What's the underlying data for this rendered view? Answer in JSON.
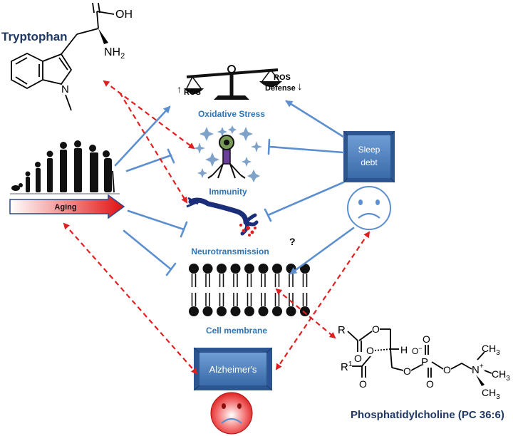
{
  "labels": {
    "tryptophan": "Tryptophan",
    "oxidative_stress": "Oxidative Stress",
    "ros_up": "ROS",
    "ros_defense_top": "ROS",
    "ros_defense_bottom": "Defense",
    "immunity": "Immunity",
    "neurotransmission": "Neurotransmission",
    "cell_membrane": "Cell membrane",
    "aging": "Aging",
    "sleep_debt_line1": "Sleep",
    "sleep_debt_line2": "debt",
    "alzheimers": "Alzheimer's",
    "question_mark": "?",
    "phosphatidylcholine": "Phosphatidylcholine (PC 36:6)"
  },
  "chem": {
    "oh": "OH",
    "o": "O",
    "nh2": "NH",
    "nh2_sub": "2",
    "n": "N",
    "r": "R",
    "r1": "R",
    "r1_sup": "1",
    "h": "H",
    "p": "P",
    "o_minus": "O",
    "n_plus": "N",
    "ch3": "CH",
    "ch3_sub": "3"
  },
  "colors": {
    "blue_arrow": "#5b8fd0",
    "red_dashed": "#e02020",
    "label_blue": "#2e75b6",
    "title_navy": "#1f3864",
    "box_blue": "#4f81bd"
  }
}
